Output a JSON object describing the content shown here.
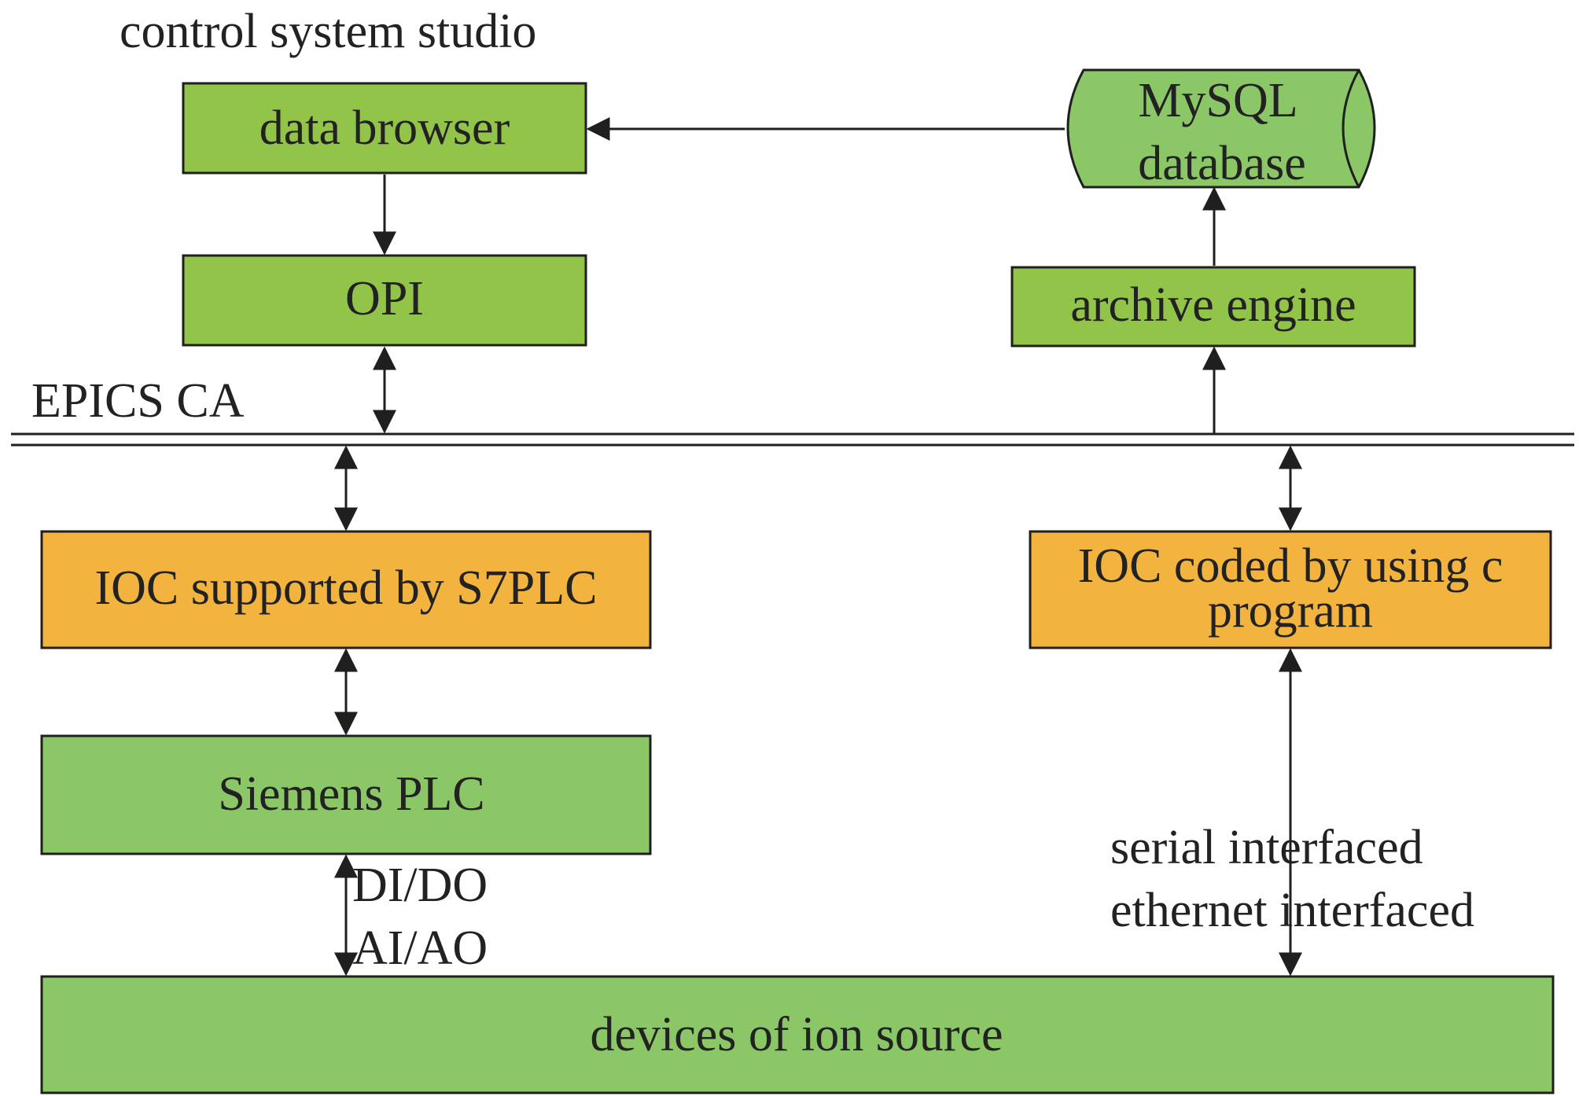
{
  "labels": {
    "css_title": "control system studio",
    "epics_ca": "EPICS CA",
    "di_do": "DI/DO",
    "ai_ao": "AI/AO",
    "serial": "serial interfaced",
    "ethernet": "ethernet interfaced"
  },
  "nodes": {
    "data_browser": "data browser",
    "opi": "OPI",
    "mysql_line1": "MySQL",
    "mysql_line2": "database",
    "archive_engine": "archive engine",
    "ioc_s7plc": "IOC supported by S7PLC",
    "ioc_c_line1": "IOC coded by using c",
    "ioc_c_line2": "program",
    "siemens_plc": "Siemens PLC",
    "devices": "devices of ion source"
  },
  "colors": {
    "green_dark": "#93c44a",
    "green_light": "#8bc767",
    "orange": "#f3b33f",
    "line": "#1f1f1f"
  }
}
